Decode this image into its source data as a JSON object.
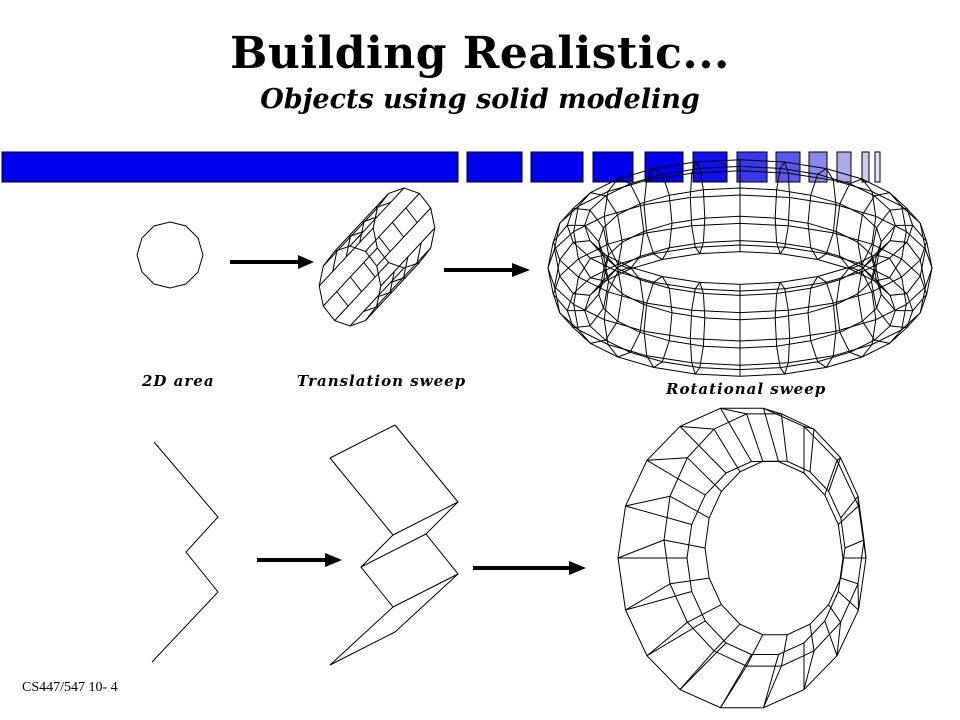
{
  "slide": {
    "title": "Building Realistic...",
    "subtitle": "Objects using solid modeling",
    "labels": {
      "area_2d": "2D area",
      "translation_sweep": "Translation sweep",
      "rotational_sweep": "Rotational sweep"
    },
    "footer": "CS447/547 10- 4"
  },
  "colors": {
    "bar_blue": "#0000ee",
    "bar_outline": "#000000",
    "line": "#000000"
  }
}
